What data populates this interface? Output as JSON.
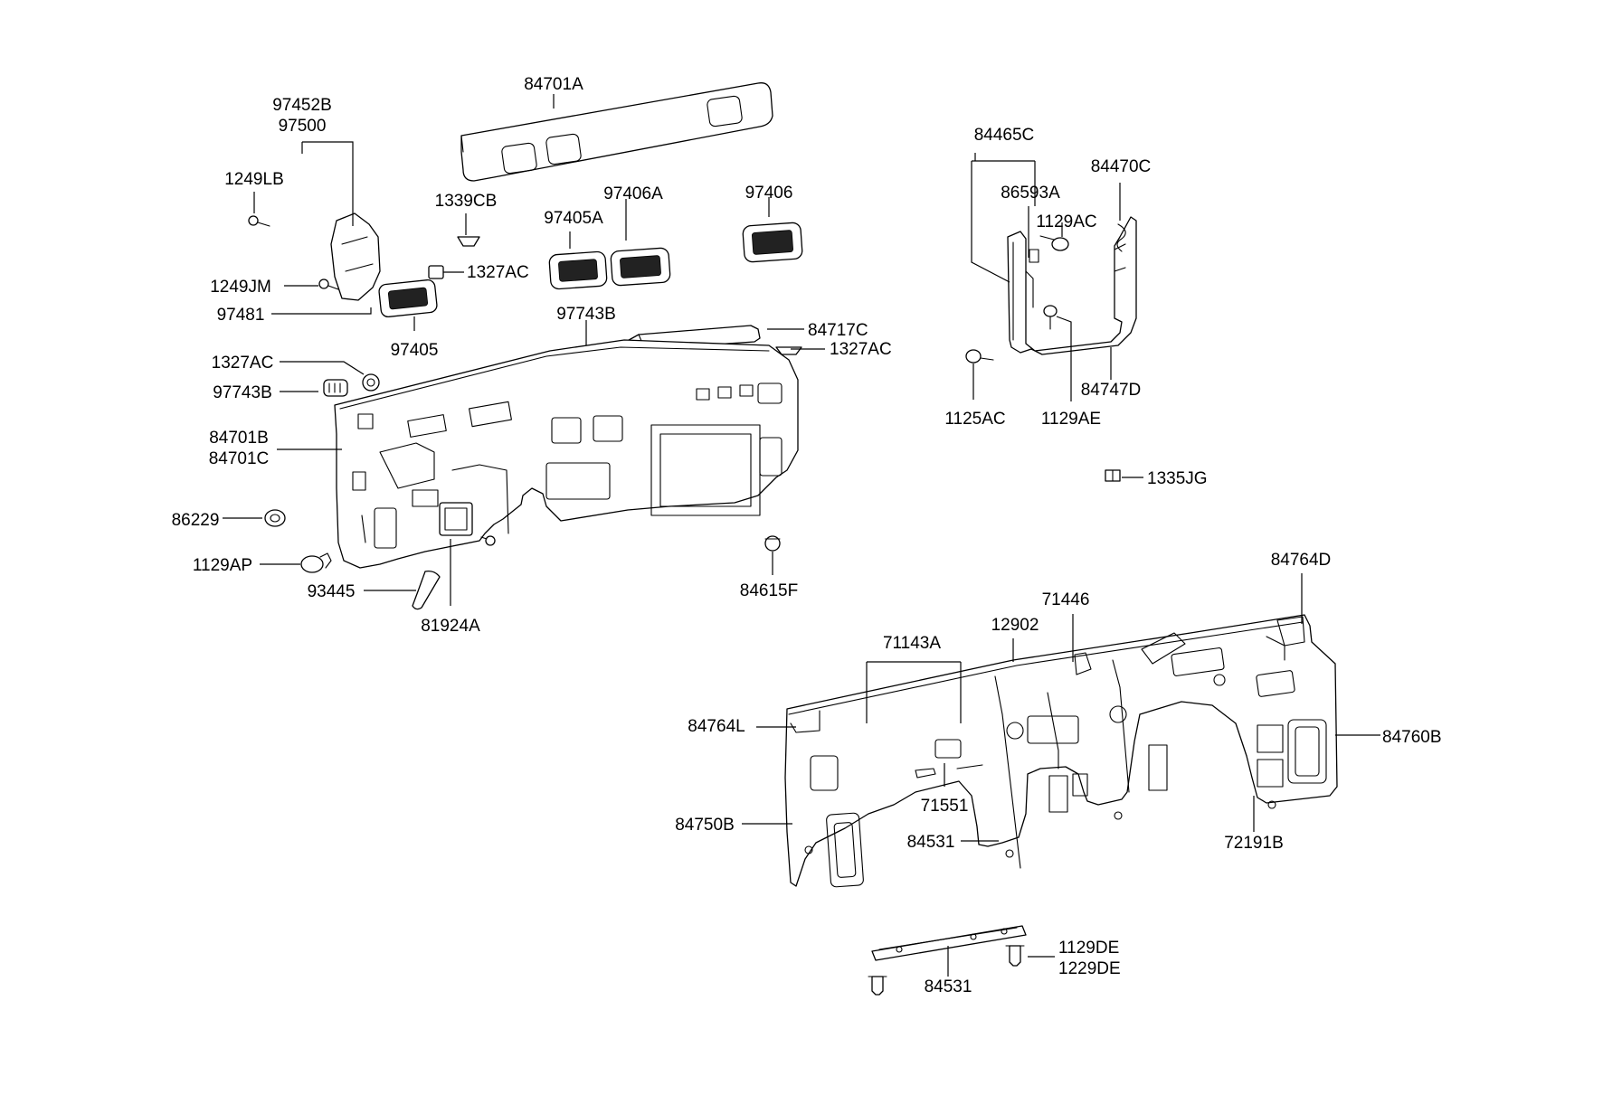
{
  "callouts": [
    {
      "id": "84701A",
      "label": "84701A"
    },
    {
      "id": "97452B",
      "label": "97452B"
    },
    {
      "id": "97500",
      "label": "97500"
    },
    {
      "id": "1249LB",
      "label": "1249LB"
    },
    {
      "id": "1339CB",
      "label": "1339CB"
    },
    {
      "id": "97406A",
      "label": "97406A"
    },
    {
      "id": "97405A",
      "label": "97405A"
    },
    {
      "id": "97406",
      "label": "97406"
    },
    {
      "id": "1327AC-a",
      "label": "1327AC"
    },
    {
      "id": "1249JM",
      "label": "1249JM"
    },
    {
      "id": "97481",
      "label": "97481"
    },
    {
      "id": "97405",
      "label": "97405"
    },
    {
      "id": "97743B-a",
      "label": "97743B"
    },
    {
      "id": "84717C",
      "label": "84717C"
    },
    {
      "id": "1327AC-b",
      "label": "1327AC"
    },
    {
      "id": "1327AC-c",
      "label": "1327AC"
    },
    {
      "id": "97743B-b",
      "label": "97743B"
    },
    {
      "id": "84701B",
      "label": "84701B"
    },
    {
      "id": "84701C",
      "label": "84701C"
    },
    {
      "id": "86229",
      "label": "86229"
    },
    {
      "id": "1129AP",
      "label": "1129AP"
    },
    {
      "id": "93445",
      "label": "93445"
    },
    {
      "id": "81924A",
      "label": "81924A"
    },
    {
      "id": "84615F",
      "label": "84615F"
    },
    {
      "id": "84465C",
      "label": "84465C"
    },
    {
      "id": "84470C",
      "label": "84470C"
    },
    {
      "id": "86593A",
      "label": "86593A"
    },
    {
      "id": "1129AC",
      "label": "1129AC"
    },
    {
      "id": "84747D",
      "label": "84747D"
    },
    {
      "id": "1125AC",
      "label": "1125AC"
    },
    {
      "id": "1129AE",
      "label": "1129AE"
    },
    {
      "id": "1335JG",
      "label": "1335JG"
    },
    {
      "id": "84764D",
      "label": "84764D"
    },
    {
      "id": "71446",
      "label": "71446"
    },
    {
      "id": "12902",
      "label": "12902"
    },
    {
      "id": "71143A",
      "label": "71143A"
    },
    {
      "id": "84764L",
      "label": "84764L"
    },
    {
      "id": "84760B",
      "label": "84760B"
    },
    {
      "id": "71551",
      "label": "71551"
    },
    {
      "id": "84750B",
      "label": "84750B"
    },
    {
      "id": "84531-a",
      "label": "84531"
    },
    {
      "id": "72191B",
      "label": "72191B"
    },
    {
      "id": "1129DE",
      "label": "1129DE"
    },
    {
      "id": "1229DE",
      "label": "1229DE"
    },
    {
      "id": "84531-b",
      "label": "84531"
    }
  ]
}
